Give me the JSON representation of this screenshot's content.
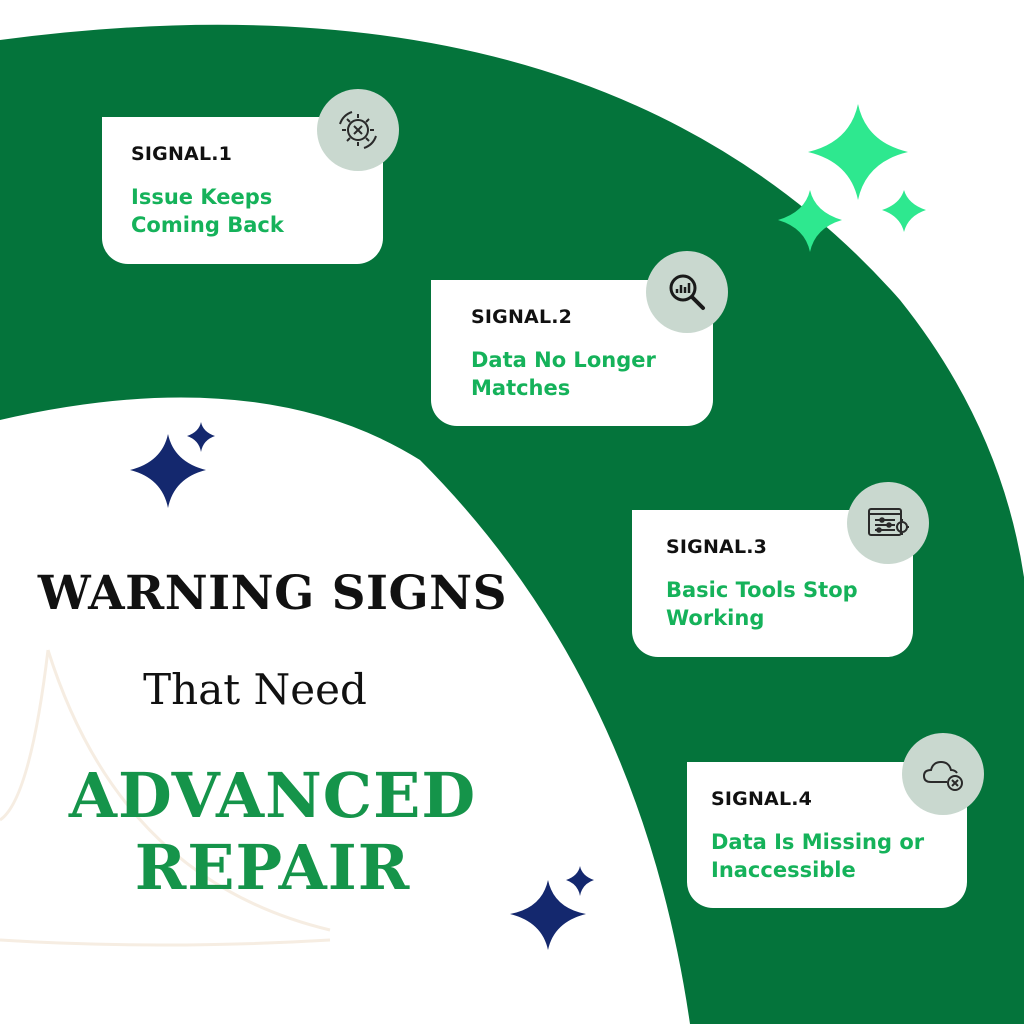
{
  "colors": {
    "brand_green": "#04743b",
    "accent_green": "#15b25a",
    "mint_sparkle": "#2ee88f",
    "navy_sparkle": "#14286e",
    "icon_bg": "#c9d8cf"
  },
  "headline": {
    "line1": "WARNING SIGNS",
    "line2": "That Need",
    "line3": "ADVANCED\nREPAIR"
  },
  "signals": [
    {
      "label": "SIGNAL.1",
      "text": "Issue Keeps\nComing Back",
      "icon": "gear-x-icon"
    },
    {
      "label": "SIGNAL.2",
      "text": "Data No Longer\nMatches",
      "icon": "magnifier-chart-icon"
    },
    {
      "label": "SIGNAL.3",
      "text": "Basic Tools Stop\nWorking",
      "icon": "settings-panel-icon"
    },
    {
      "label": "SIGNAL.4",
      "text": "Data Is Missing or\nInaccessible",
      "icon": "cloud-x-icon"
    }
  ]
}
